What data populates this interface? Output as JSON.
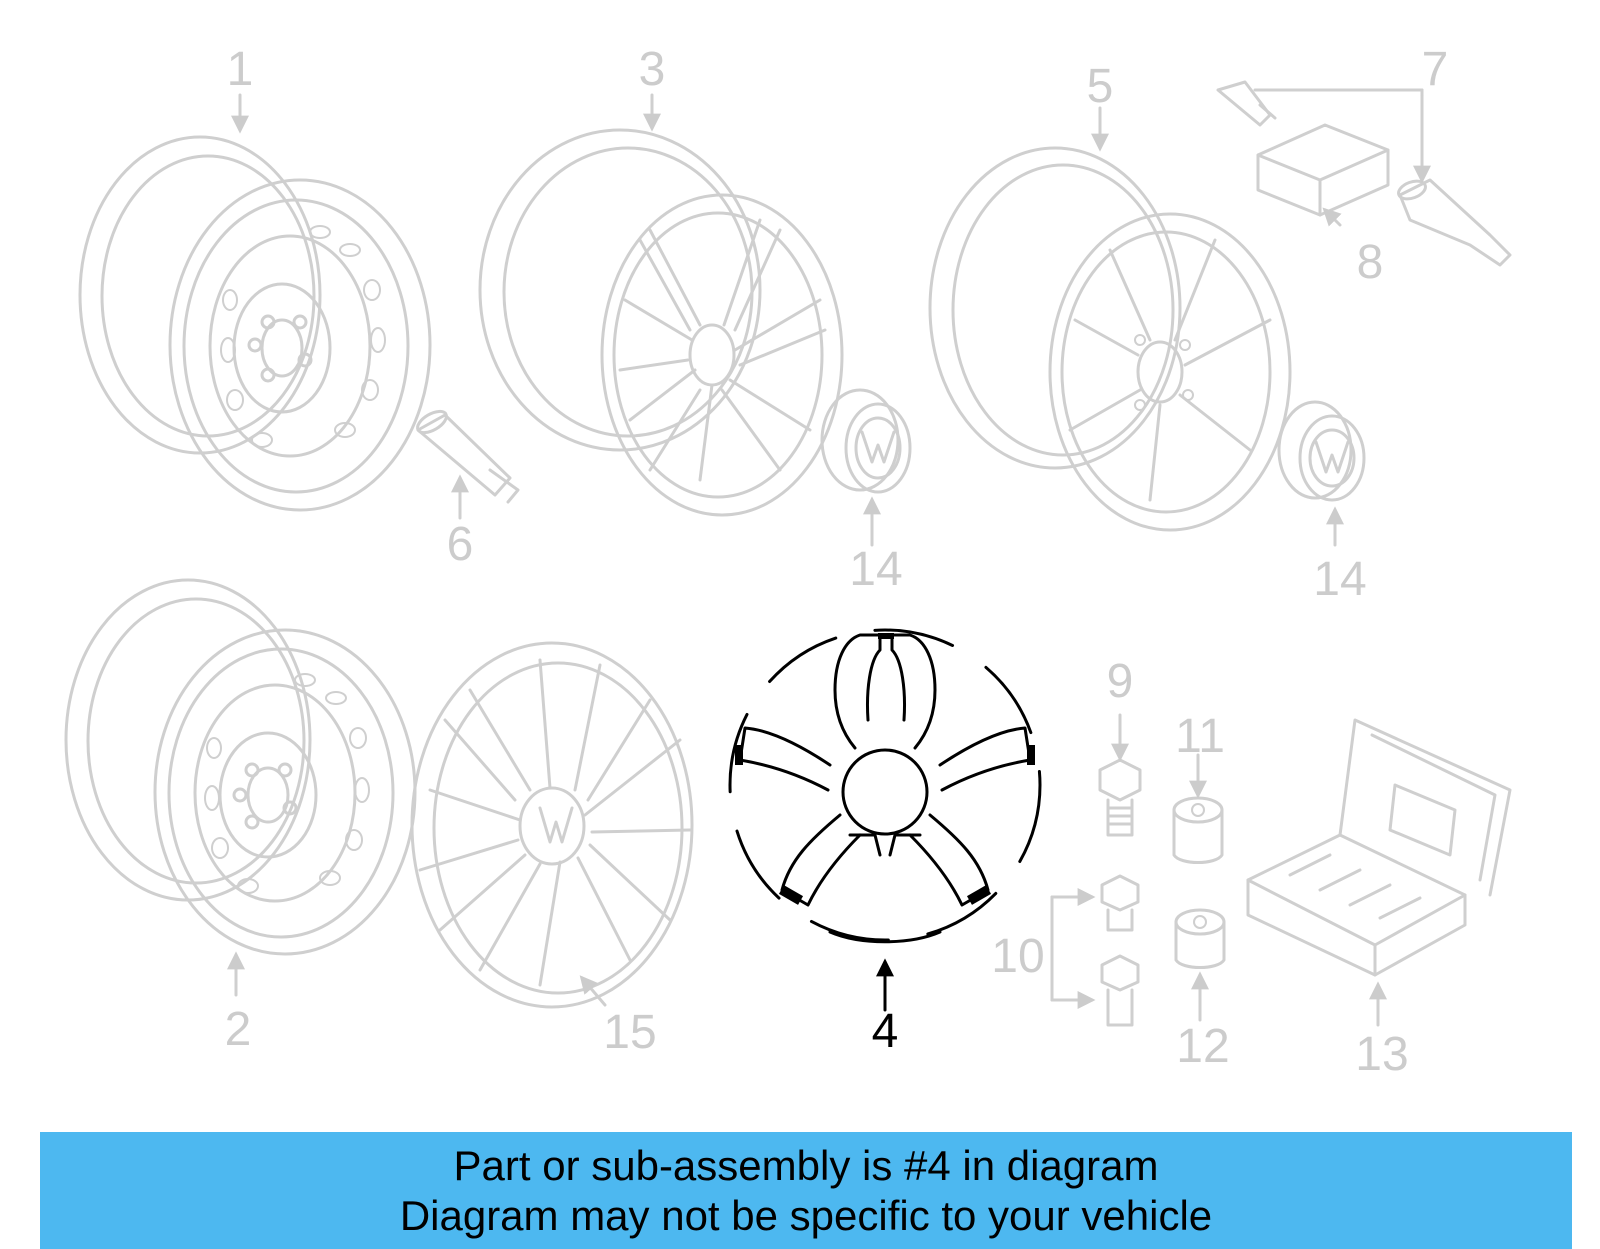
{
  "diagram": {
    "labels": [
      {
        "id": "1",
        "text": "1"
      },
      {
        "id": "2",
        "text": "2"
      },
      {
        "id": "3",
        "text": "3"
      },
      {
        "id": "4",
        "text": "4"
      },
      {
        "id": "5",
        "text": "5"
      },
      {
        "id": "6",
        "text": "6"
      },
      {
        "id": "7",
        "text": "7"
      },
      {
        "id": "8",
        "text": "8"
      },
      {
        "id": "9",
        "text": "9"
      },
      {
        "id": "10",
        "text": "10"
      },
      {
        "id": "11",
        "text": "11"
      },
      {
        "id": "12",
        "text": "12"
      },
      {
        "id": "13",
        "text": "13"
      },
      {
        "id": "14a",
        "text": "14"
      },
      {
        "id": "14b",
        "text": "14"
      },
      {
        "id": "15",
        "text": "15"
      }
    ],
    "highlighted_part": "4",
    "colors": {
      "highlight": "#000000",
      "faded": "#cccccc",
      "banner": "#4db8f0"
    }
  },
  "banner": {
    "line1": "Part or sub-assembly is #4 in diagram",
    "line2": "Diagram may not be specific to your vehicle"
  }
}
